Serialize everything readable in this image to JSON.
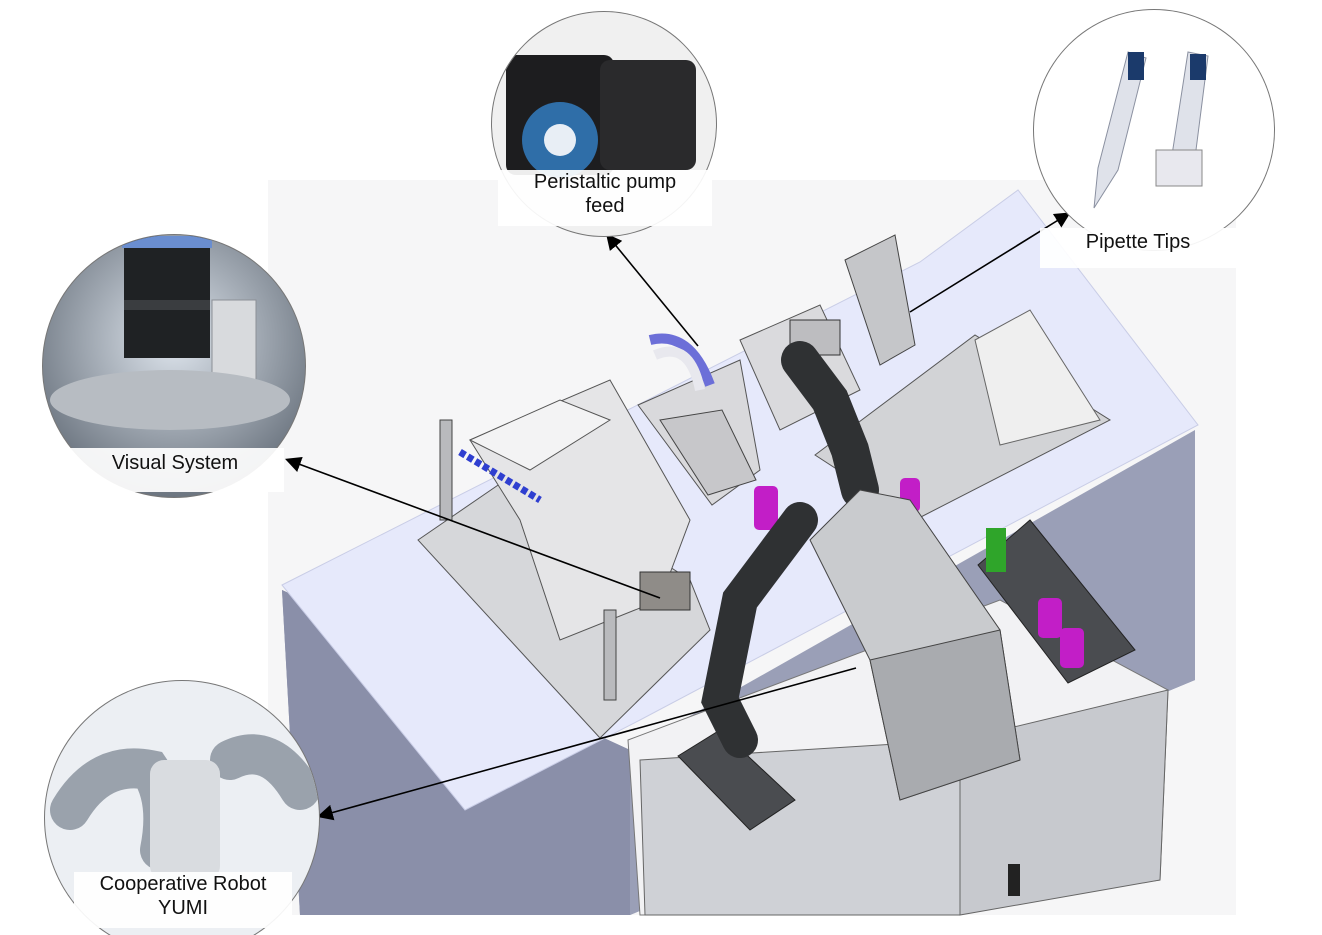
{
  "callouts": {
    "peristaltic": {
      "label_line1": "Peristaltic pump",
      "label_line2": "feed"
    },
    "pipette": {
      "label": "Pipette Tips"
    },
    "visual": {
      "label": "Visual System"
    },
    "cooperative": {
      "label_line1": "Cooperative Robot",
      "label_line2": "YUMI"
    }
  },
  "colors": {
    "table_top": "#e6e9fb",
    "cabinet": "#8e93ad",
    "panel": "#cfd1d6",
    "robot_dark": "#2f3133",
    "robot_light": "#c9cbce",
    "magenta": "#c21ec7",
    "green": "#2fa52a",
    "arrow": "#000000"
  }
}
